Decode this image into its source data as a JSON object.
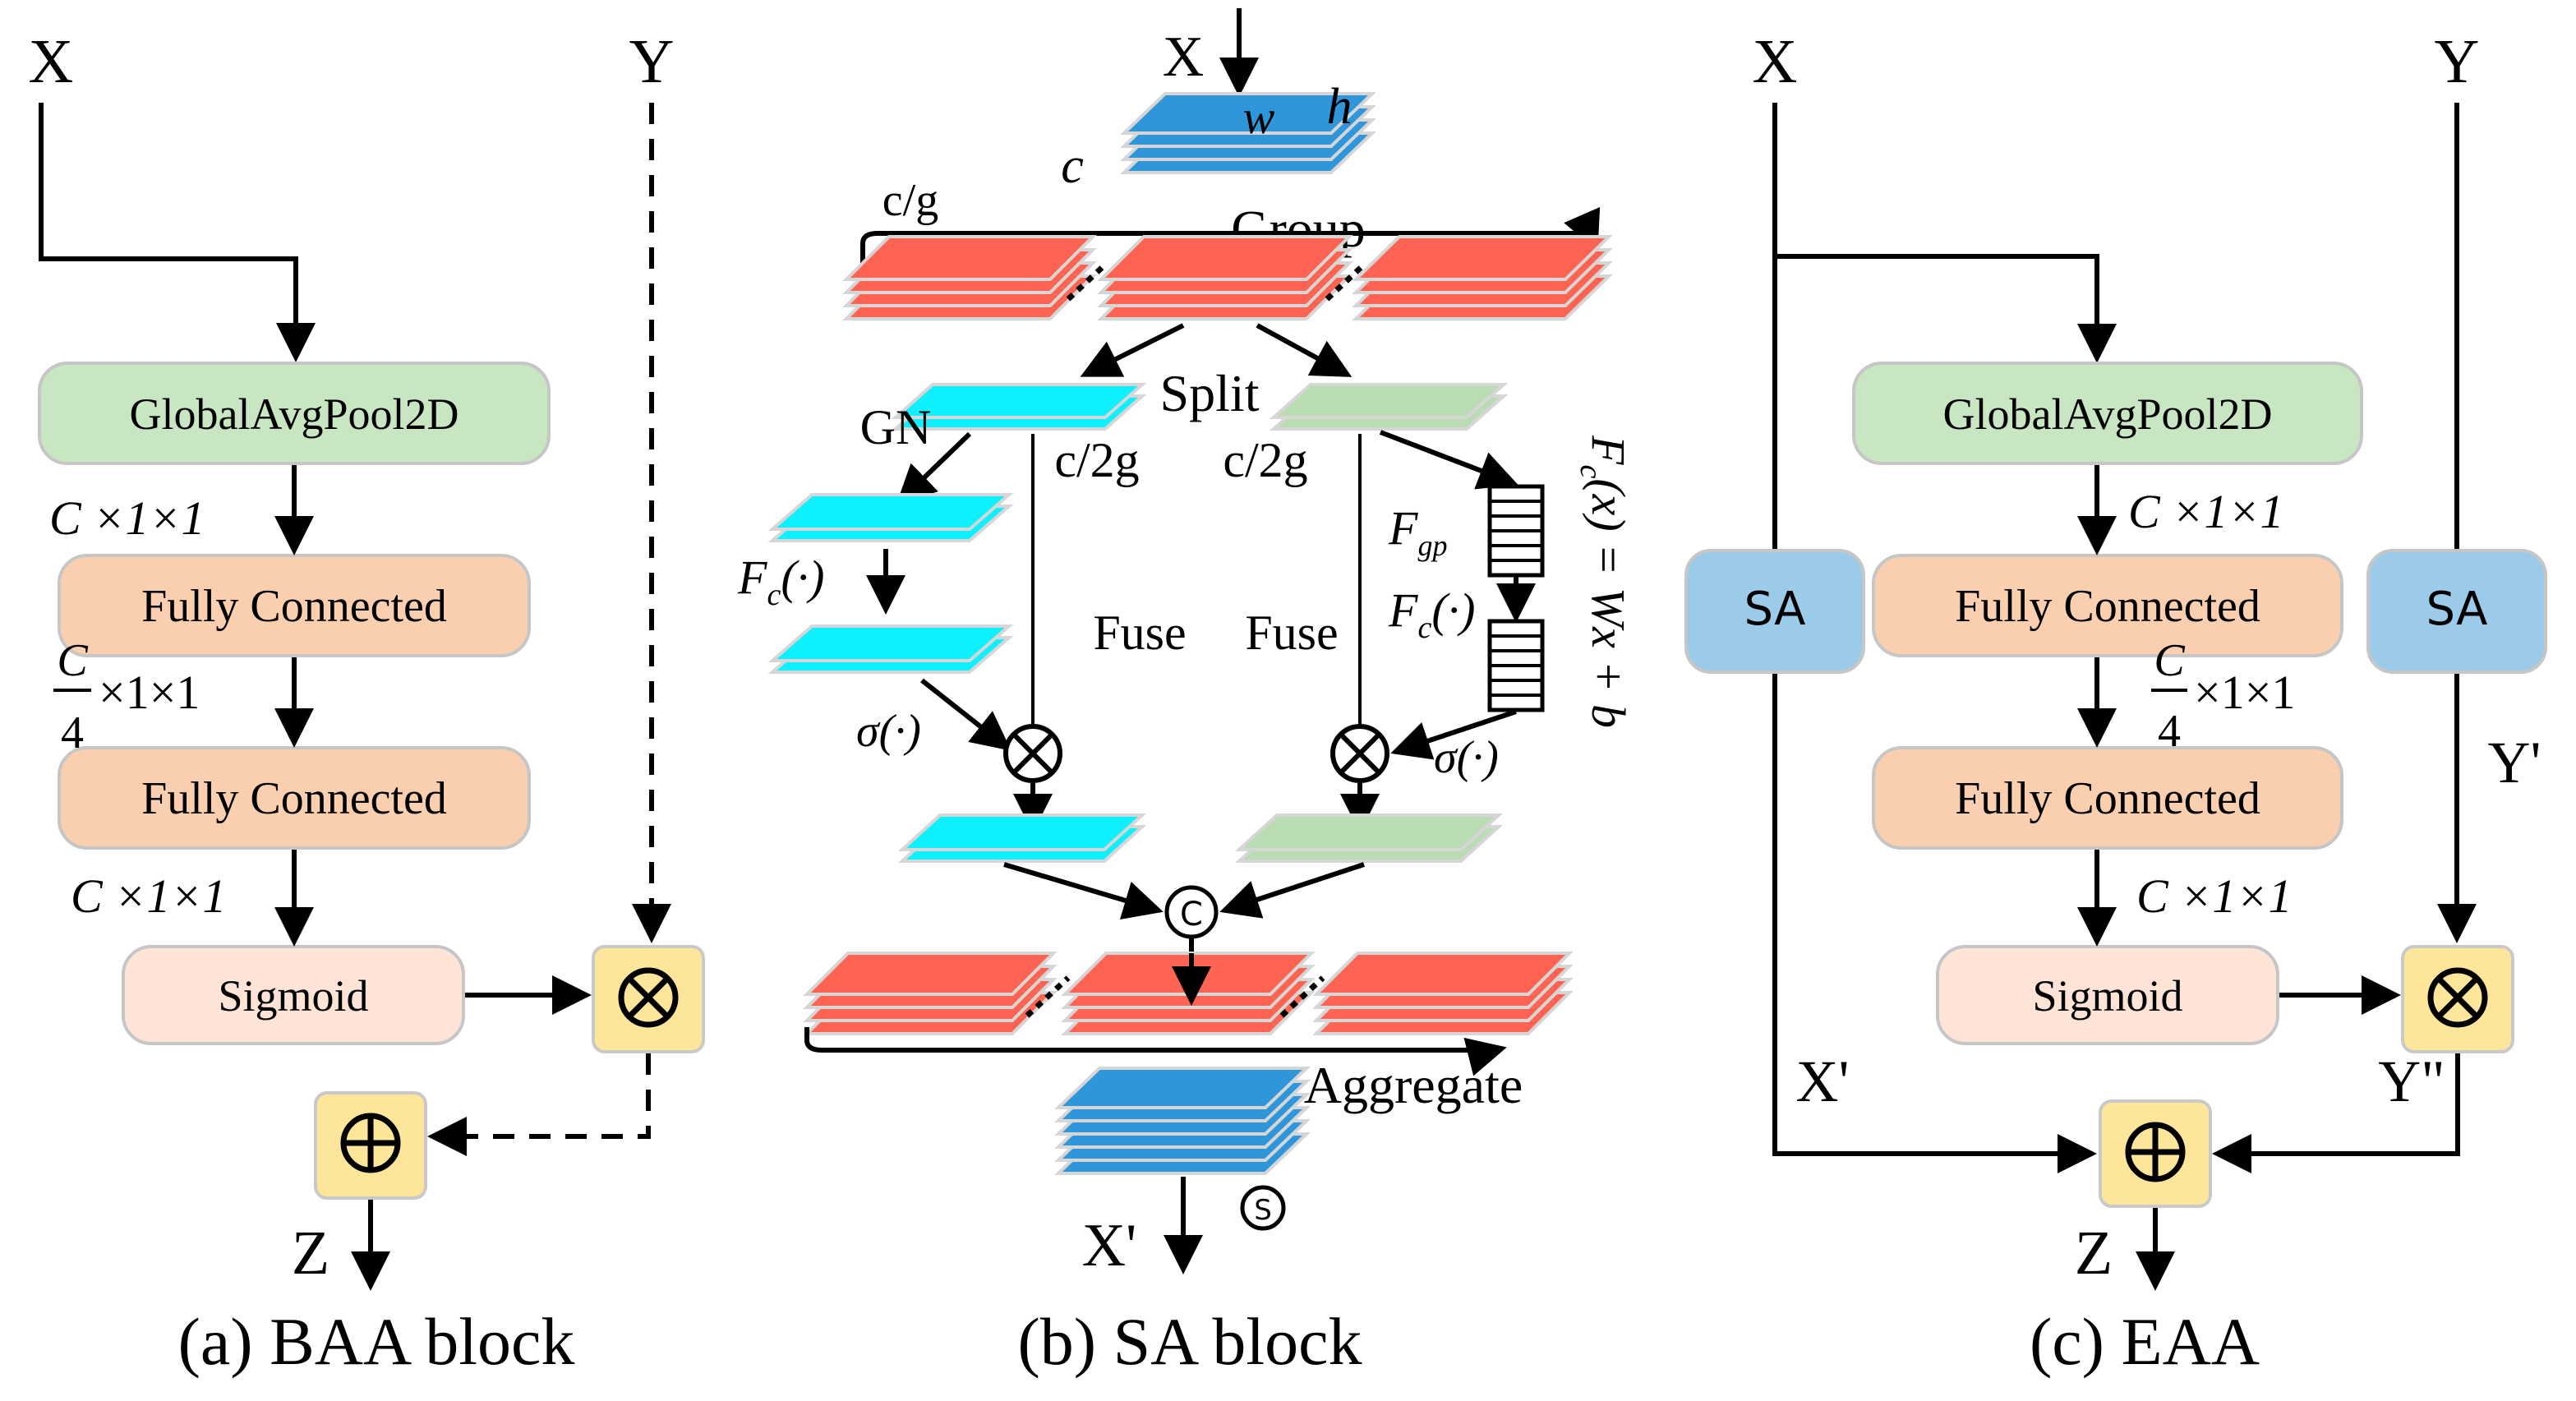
{
  "colors": {
    "green": "#c8e6c1",
    "orange": "#f9cfb0",
    "peach": "#fde4d6",
    "yellow": "#fde59a",
    "blue": "#9ccbea",
    "cyan": "#0ff0ff",
    "red": "#ff6352",
    "stack_blue": "#2f97d9",
    "light_green": "#b9dcb3"
  },
  "panel_a": {
    "x_label": "X",
    "y_label": "Y",
    "z_label": "Z",
    "pool": "GlobalAvgPool2D",
    "fc1": "Fully Connected",
    "fc2": "Fully Connected",
    "sigmoid": "Sigmoid",
    "dim1": "C ×1×1",
    "dim2_num": "C",
    "dim2_den": "4",
    "dim2_rest": "×1×1",
    "dim3": "C ×1×1",
    "caption": "(a) BAA block"
  },
  "panel_b": {
    "x_label": "X",
    "w_label": "w",
    "h_label": "h",
    "c_label": "c",
    "cg_label": "c/g",
    "group": "Group",
    "split": "Split",
    "gn": "GN",
    "c2g_left": "c/2g",
    "c2g_right": "c/2g",
    "fc_left": "F",
    "fc_left_sub": "c",
    "fc_left_arg": "(·)",
    "fgp": "F",
    "fgp_sub": "gp",
    "fc_right": "F",
    "fc_right_sub": "c",
    "fc_right_arg": "(·)",
    "fuse_left": "Fuse",
    "fuse_right": "Fuse",
    "sigma_left": "σ(·)",
    "sigma_right": "σ(·)",
    "concat": "C",
    "aggregate": "Aggregate",
    "shuffle": "S",
    "out_label": "X'",
    "formula": "F",
    "formula_sub": "c",
    "formula_rest": "(x) = Wx + b",
    "caption": "(b) SA block"
  },
  "panel_c": {
    "x_label": "X",
    "y_label": "Y",
    "z_label": "Z",
    "pool": "GlobalAvgPool2D",
    "fc1": "Fully Connected",
    "fc2": "Fully Connected",
    "sigmoid": "Sigmoid",
    "sa_left": "SA",
    "sa_right": "SA",
    "dim1": "C ×1×1",
    "dim2_num": "C",
    "dim2_den": "4",
    "dim2_rest": "×1×1",
    "dim3": "C ×1×1",
    "x_prime": "X'",
    "y_prime": "Y'",
    "y_dprime": "Y\"",
    "caption": "(c) EAA"
  }
}
